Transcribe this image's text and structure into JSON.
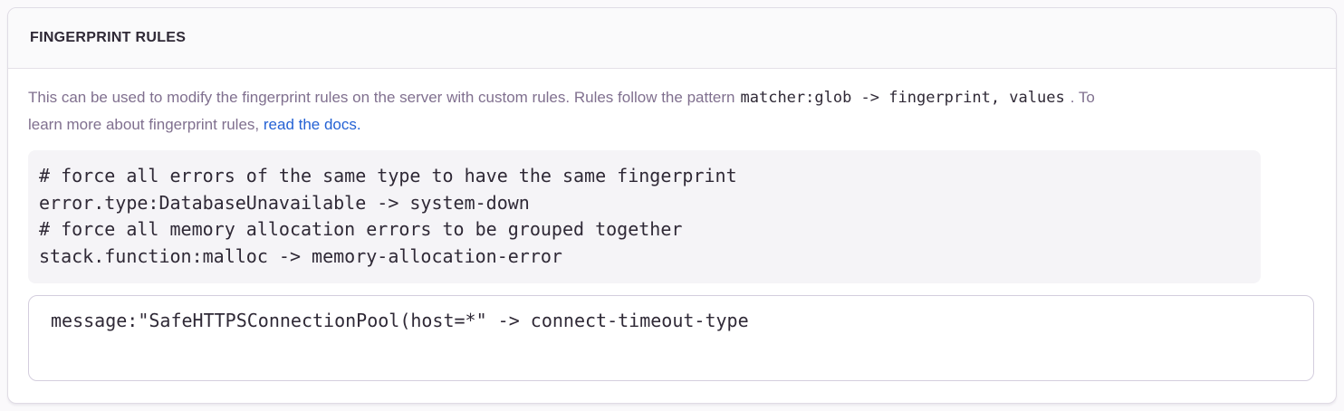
{
  "panel": {
    "title": "FINGERPRINT RULES",
    "description": {
      "text_before_code": "This can be used to modify the fingerprint rules on the server with custom rules. Rules follow the pattern",
      "inline_code": "matcher:glob -> fingerprint, values",
      "text_after_code": ". To",
      "line2_text": "learn more about fingerprint rules,",
      "link_label": "read the docs."
    },
    "example_code": "# force all errors of the same type to have the same fingerprint\nerror.type:DatabaseUnavailable -> system-down\n# force all memory allocation errors to be grouped together\nstack.function:malloc -> memory-allocation-error",
    "rules_input": {
      "value": "message:\"SafeHTTPSConnectionPool(host=*\" -> connect-timeout-type"
    }
  },
  "colors": {
    "page_background": "#faf9fb",
    "header_background": "#fafafb",
    "panel_border": "#e0dce5",
    "input_border": "#d4cede",
    "code_background": "#f5f4f7",
    "code_text": "#2f2936",
    "body_text": "#80708f",
    "heading_text": "#2f2936",
    "accent_link": "#2562d4"
  }
}
